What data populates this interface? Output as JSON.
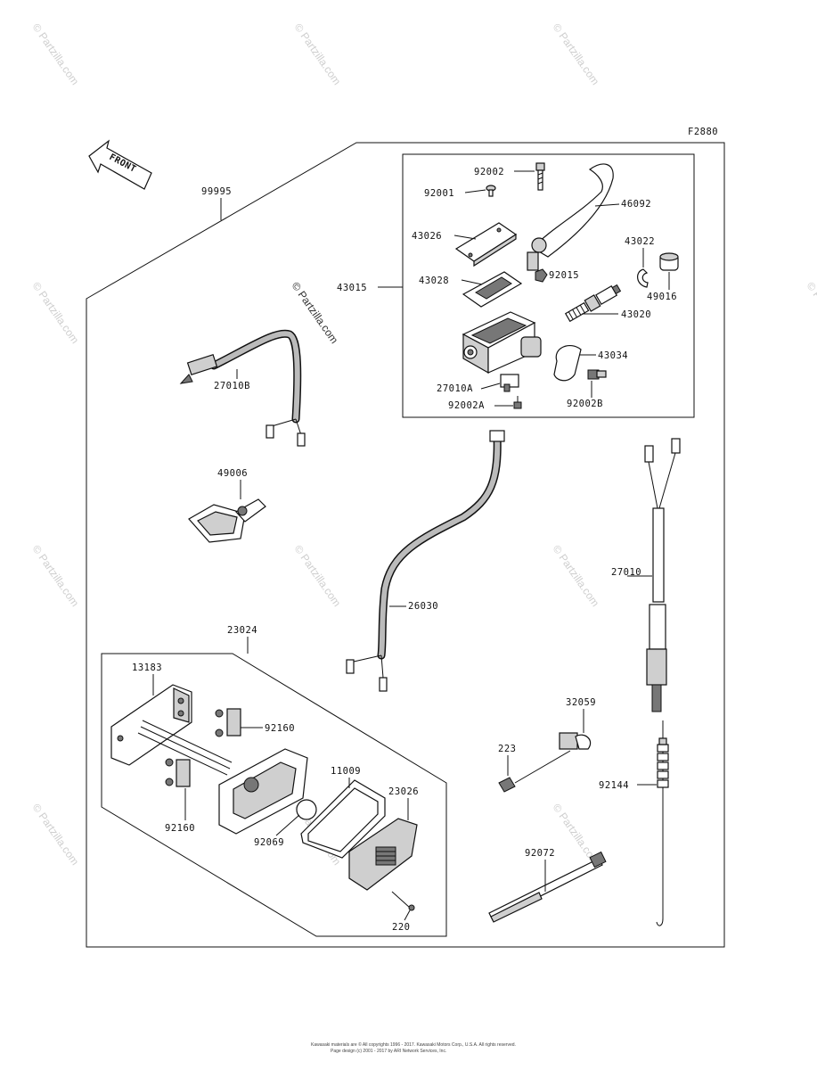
{
  "figure_code": "F2880",
  "front_label": "FRONT",
  "watermark_main": "© Partzilla.com",
  "watermark_repeat": "© Partzilla.com",
  "footer_line1": "Kawasaki materials are © All copyrights 1996 - 2017. Kawasaki Motors Corp., U.S.A. All rights reserved.",
  "footer_line2": "Page design (c) 2001 - 2017 by ARI Network Services, Inc.",
  "parts": {
    "p99995": "99995",
    "p43015": "43015",
    "p92002": "92002",
    "p92001": "92001",
    "p43026": "43026",
    "p43028": "43028",
    "p46092": "46092",
    "p43022": "43022",
    "p49016": "49016",
    "p92015": "92015",
    "p43020": "43020",
    "p43034": "43034",
    "p27010A": "27010A",
    "p92002A": "92002A",
    "p92002B": "92002B",
    "p27010B": "27010B",
    "p49006": "49006",
    "p26030": "26030",
    "p27010": "27010",
    "p23024": "23024",
    "p13183": "13183",
    "p92160a": "92160",
    "p92160b": "92160",
    "p11009": "11009",
    "p23026": "23026",
    "p92069": "92069",
    "p220": "220",
    "p32059": "32059",
    "p223": "223",
    "p92144": "92144",
    "p92072": "92072"
  }
}
